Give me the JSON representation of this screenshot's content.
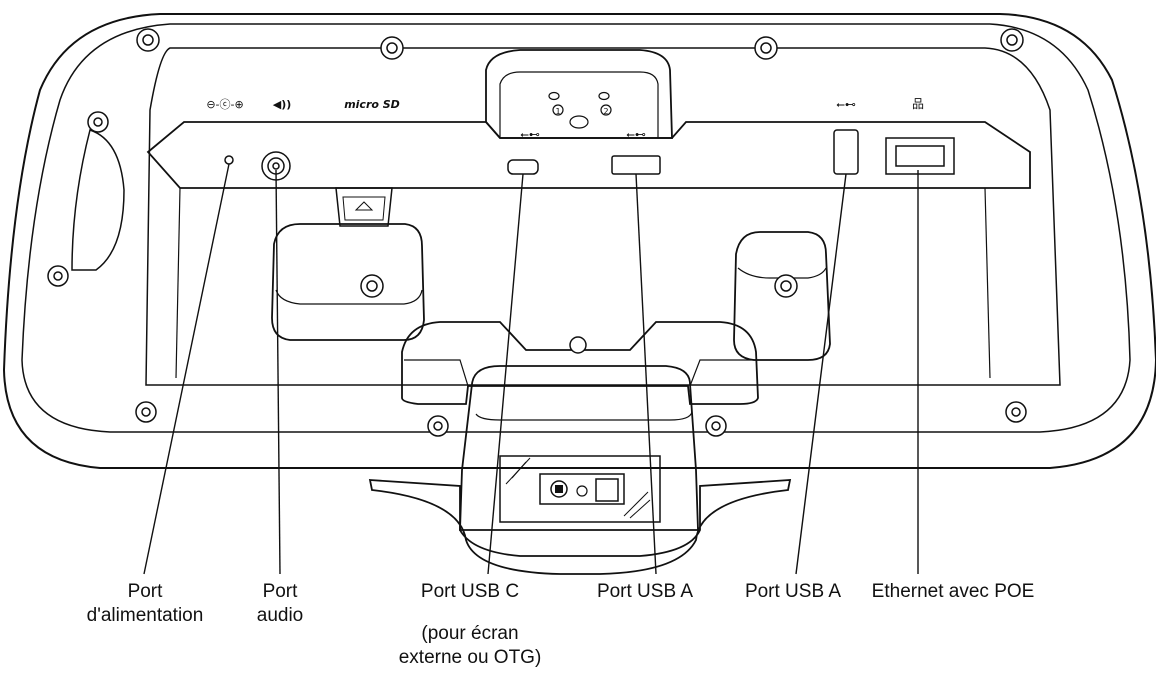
{
  "device_symbols": {
    "power": "⊖-ⓒ-⊕",
    "audio": "◀))",
    "microsd": "micro SD",
    "usb": "⭠⊷",
    "network": "品"
  },
  "labels": {
    "power_port": {
      "line1": "Port",
      "line2": "d'alimentation"
    },
    "audio_port": {
      "line1": "Port",
      "line2": "audio"
    },
    "usb_c_port": {
      "line1": "Port USB C",
      "line2": "(pour écran",
      "line3": "externe ou OTG)"
    },
    "usb_a_port_1": {
      "line1": "Port USB A"
    },
    "usb_a_port_2": {
      "line1": "Port USB A"
    },
    "ethernet_port": {
      "line1": "Ethernet avec POE"
    }
  },
  "dock_numbers": [
    "1",
    "2"
  ]
}
